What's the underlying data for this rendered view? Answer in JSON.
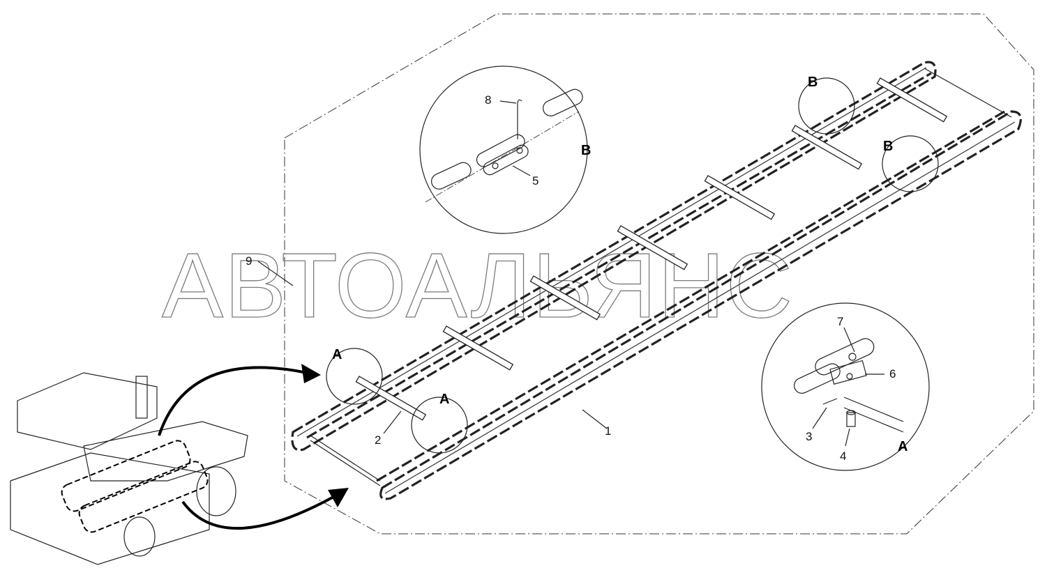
{
  "watermark": "АВТОАЛЬЯНС",
  "part_labels": [
    "1",
    "2",
    "3",
    "4",
    "5",
    "6",
    "7",
    "8",
    "9"
  ],
  "view_labels": {
    "A": "A",
    "B": "B"
  },
  "colors": {
    "line": "#222222",
    "watermark": "#7a7a7a",
    "background": "#ffffff"
  }
}
